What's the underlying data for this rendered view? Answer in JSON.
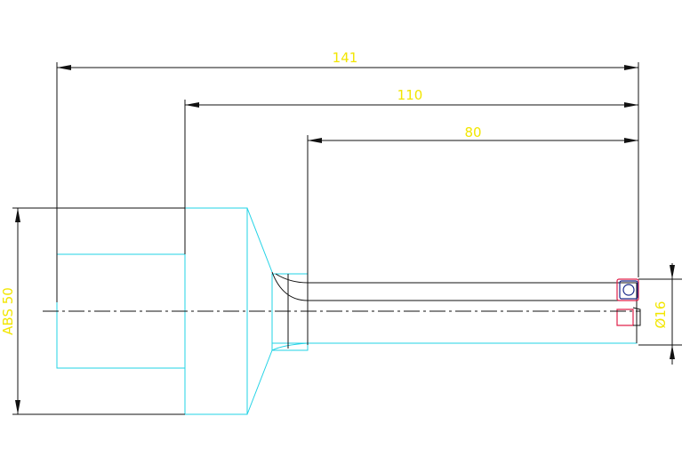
{
  "dimensions": {
    "overall_length": "141",
    "length_110": "110",
    "length_80": "80",
    "shank_diameter": "ABS 50",
    "bore_diameter": "Ø16"
  },
  "colors": {
    "dimension_text": "#f2e600",
    "part_outline": "#22d3e6",
    "insert_red": "#e0204a",
    "insert_blue": "#1a2a8a",
    "dimension_line": "#111111"
  }
}
